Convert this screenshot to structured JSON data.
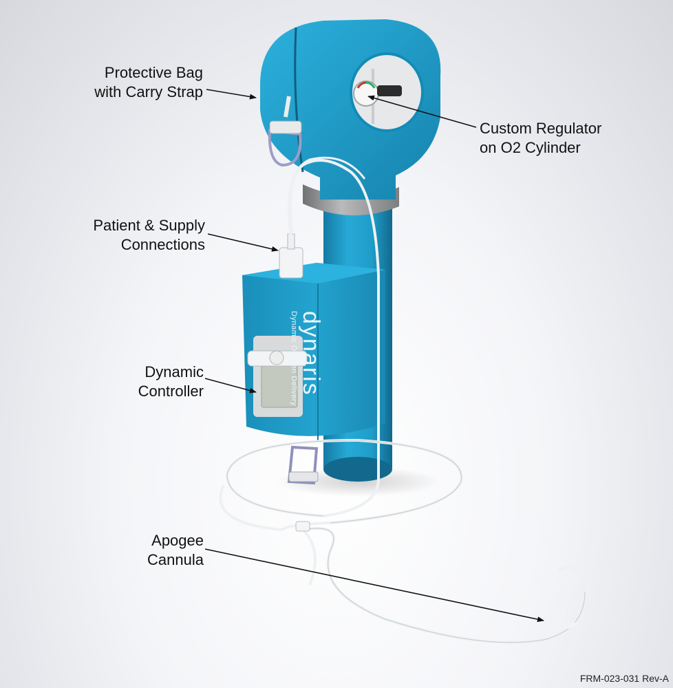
{
  "callouts": {
    "protective_bag": [
      "Protective Bag",
      "with Carry Strap"
    ],
    "regulator": [
      "Custom Regulator",
      "on O2 Cylinder"
    ],
    "connections": [
      "Patient & Supply",
      "Connections"
    ],
    "controller": [
      "Dynamic",
      "Controller"
    ],
    "cannula": [
      "Apogee",
      "Cannula"
    ]
  },
  "brand": {
    "name": "dynaris",
    "tagline": "Dynamic Oxygen Delivery"
  },
  "document_code": "FRM-023-031 Rev-A",
  "colors": {
    "bag_blue": "#1f9dc9",
    "bag_blue_dark": "#157ba3",
    "strap_grey": "#9a9c9e",
    "tubing_white": "#f2f4f5",
    "screen_grey": "#c9cdc6",
    "leader_black": "#111111"
  }
}
